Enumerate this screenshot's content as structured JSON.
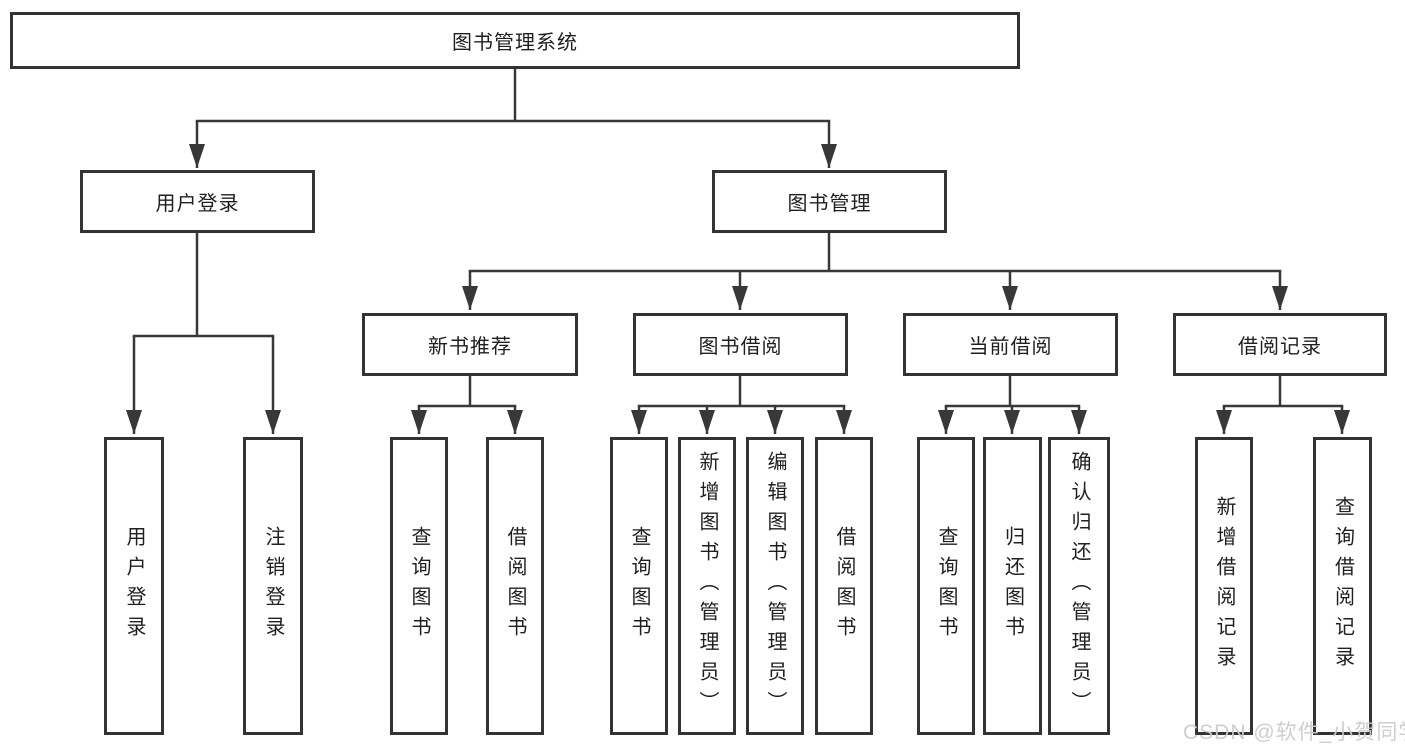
{
  "diagram": {
    "type": "hierarchy-tree",
    "colors": {
      "line": "#383838",
      "box_border": "#333333",
      "text": "#1f1f1f",
      "background": "#ffffff",
      "watermark": "#cbcbcb"
    },
    "tree": {
      "root": "图书管理系统",
      "user_login": {
        "label": "用户登录",
        "leaves": [
          "用户登录",
          "注销登录"
        ]
      },
      "book_mgmt": {
        "label": "图书管理",
        "groups": [
          {
            "label": "新书推荐",
            "leaves": [
              "查询图书",
              "借阅图书"
            ]
          },
          {
            "label": "图书借阅",
            "leaves": [
              "查询图书",
              "新增图书（管理员）",
              "编辑图书（管理员）",
              "借阅图书"
            ]
          },
          {
            "label": "当前借阅",
            "leaves": [
              "查询图书",
              "归还图书",
              "确认归还（管理员）"
            ]
          },
          {
            "label": "借阅记录",
            "leaves": [
              "新增借阅记录",
              "查询借阅记录"
            ]
          }
        ]
      }
    },
    "watermark": "CSDN @软件_小贺同学"
  }
}
